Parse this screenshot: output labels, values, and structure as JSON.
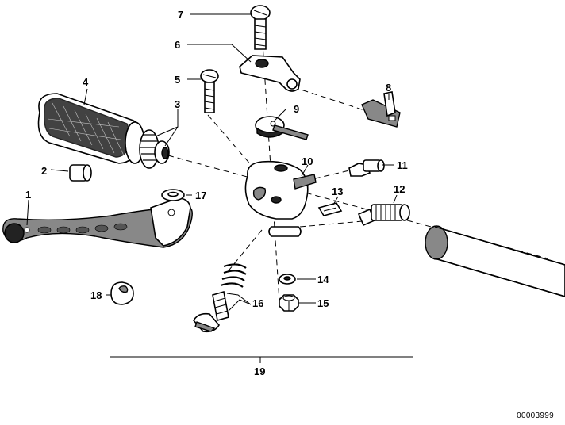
{
  "callouts": {
    "c1": "1",
    "c2": "2",
    "c3": "3",
    "c4": "4",
    "c5": "5",
    "c6": "6",
    "c7": "7",
    "c8": "8",
    "c9": "9",
    "c10": "10",
    "c11": "11",
    "c12": "12",
    "c13": "13",
    "c14": "14",
    "c15": "15",
    "c16": "16",
    "c17": "17",
    "c18": "18",
    "c19": "19"
  },
  "document_number": "00003999"
}
